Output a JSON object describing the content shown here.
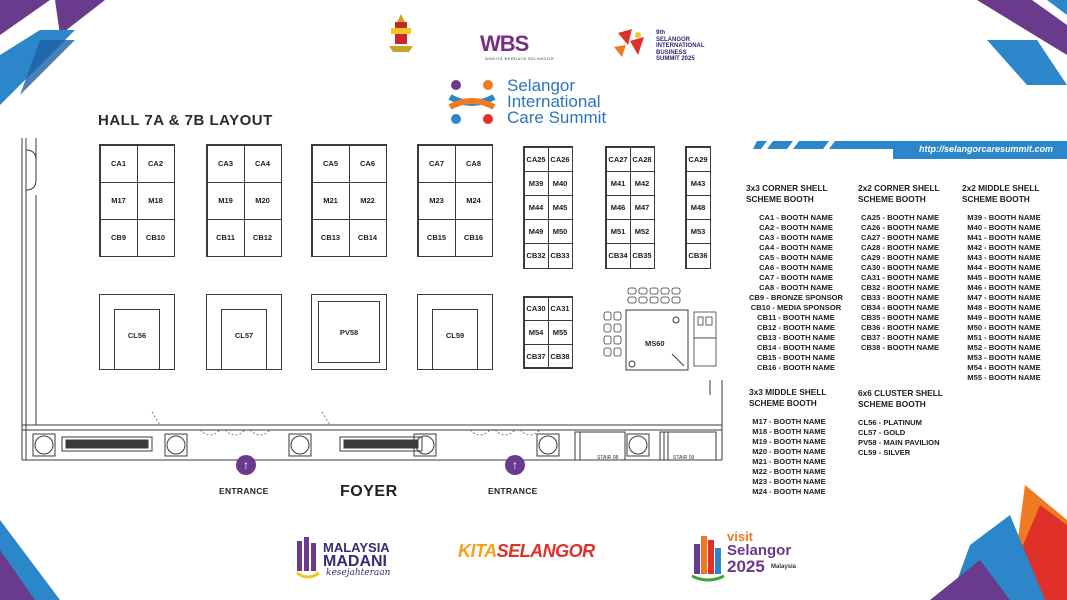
{
  "header": {
    "hall_title": "HALL 7A & 7B LAYOUT",
    "wbs_logo": "WBS",
    "wbs_tagline": "WANITA BERDAYA SELANGOR",
    "sibs_logo": "9th SELANGOR INTERNATIONAL BUSINESS SUMMIT 2025",
    "summit_logo_line1": "Selangor",
    "summit_logo_line2": "International",
    "summit_logo_line3": "Care Summit",
    "url": "http://selangorcaresummit.com"
  },
  "colors": {
    "accent_blue": "#2b87c9",
    "accent_purple": "#6a3a8c",
    "brand_red": "#e0302a",
    "orange": "#f07a22"
  },
  "booths": {
    "block1": [
      "CA1",
      "CA2",
      "M17",
      "M18",
      "CB9",
      "CB10"
    ],
    "block2": [
      "CA3",
      "CA4",
      "M19",
      "M20",
      "CB11",
      "CB12"
    ],
    "block3": [
      "CA5",
      "CA6",
      "M21",
      "M22",
      "CB13",
      "CB14"
    ],
    "block4": [
      "CA7",
      "CA8",
      "M23",
      "M24",
      "CB15",
      "CB16"
    ],
    "block5": [
      "CA25",
      "CA26",
      "M39",
      "M40",
      "M44",
      "M45",
      "M49",
      "M50",
      "CB32",
      "CB33"
    ],
    "block6": [
      "CA27",
      "CA28",
      "M41",
      "M42",
      "M46",
      "M47",
      "M51",
      "M52",
      "CB34",
      "CB35"
    ],
    "block7": [
      "CA29",
      "M43",
      "M48",
      "M53",
      "CB36"
    ],
    "block8": [
      "CA30",
      "CA31",
      "M54",
      "M55",
      "CB37",
      "CB38"
    ],
    "cl56": "CL56",
    "cl57": "CL57",
    "pv58": "PV58",
    "cl59": "CL59",
    "ms60": "MS60"
  },
  "floor": {
    "entrance_left": "ENTRANCE",
    "entrance_right": "ENTRANCE",
    "foyer": "FOYER",
    "stair1": "STAIR 08",
    "stair2": "STAIR 09"
  },
  "legend": {
    "col1_head1": "3x3 CORNER SHELL",
    "col1_head2": "SCHEME BOOTH",
    "col1_items": [
      "CA1 - BOOTH NAME",
      "CA2 - BOOTH NAME",
      "CA3 - BOOTH NAME",
      "CA4 - BOOTH NAME",
      "CA5 - BOOTH NAME",
      "CA6 - BOOTH NAME",
      "CA7 - BOOTH NAME",
      "CA8 - BOOTH NAME",
      "CB9 - BRONZE SPONSOR",
      "CB10 - MEDIA SPONSOR",
      "CB11 - BOOTH NAME",
      "CB12 - BOOTH NAME",
      "CB13 - BOOTH NAME",
      "CB14 - BOOTH NAME",
      "CB15 - BOOTH NAME",
      "CB16 - BOOTH NAME"
    ],
    "col1b_head1": "3x3 MIDDLE SHELL",
    "col1b_head2": "SCHEME BOOTH",
    "col1b_items": [
      "M17 - BOOTH NAME",
      "M18 - BOOTH NAME",
      "M19 - BOOTH NAME",
      "M20 - BOOTH NAME",
      "M21 - BOOTH NAME",
      "M22 - BOOTH NAME",
      "M23 - BOOTH NAME",
      "M24 - BOOTH NAME"
    ],
    "col2_head1": "2x2 CORNER SHELL",
    "col2_head2": "SCHEME BOOTH",
    "col2_items": [
      "CA25 - BOOTH NAME",
      "CA26 - BOOTH NAME",
      "CA27 - BOOTH NAME",
      "CA28 - BOOTH NAME",
      "CA29 - BOOTH NAME",
      "CA30 - BOOTH NAME",
      "CA31 - BOOTH NAME",
      "CB32 - BOOTH NAME",
      "CB33 - BOOTH NAME",
      "CB34 - BOOTH NAME",
      "CB35 - BOOTH NAME",
      "CB36 - BOOTH NAME",
      "CB37 - BOOTH NAME",
      "CB38 - BOOTH NAME"
    ],
    "col2b_head1": "6x6 CLUSTER SHELL",
    "col2b_head2": "SCHEME BOOTH",
    "col2b_items": [
      "CL56 - PLATINUM",
      "CL57 - GOLD",
      "PV58 - MAIN PAVILION",
      "CL59 - SILVER"
    ],
    "col3_head1": "2x2 MIDDLE SHELL",
    "col3_head2": "SCHEME BOOTH",
    "col3_items": [
      "M39 - BOOTH NAME",
      "M40 - BOOTH NAME",
      "M41 - BOOTH NAME",
      "M42 - BOOTH NAME",
      "M43 - BOOTH NAME",
      "M44 - BOOTH NAME",
      "M45 - BOOTH NAME",
      "M46 - BOOTH NAME",
      "M47 - BOOTH NAME",
      "M48 - BOOTH NAME",
      "M49 - BOOTH NAME",
      "M50 - BOOTH NAME",
      "M51 - BOOTH NAME",
      "M52 - BOOTH NAME",
      "M53 - BOOTH NAME",
      "M54 - BOOTH NAME",
      "M55 - BOOTH NAME"
    ]
  },
  "footer": {
    "madani_line1": "MALAYSIA",
    "madani_line2": "MADANI",
    "madani_line3": "kesejahteraan",
    "kita": "KITA",
    "selangor": "SELANGOR",
    "visit": "visit",
    "visit_sel": "Selangor",
    "visit_year": "2025",
    "visit_country": "Malaysia"
  }
}
